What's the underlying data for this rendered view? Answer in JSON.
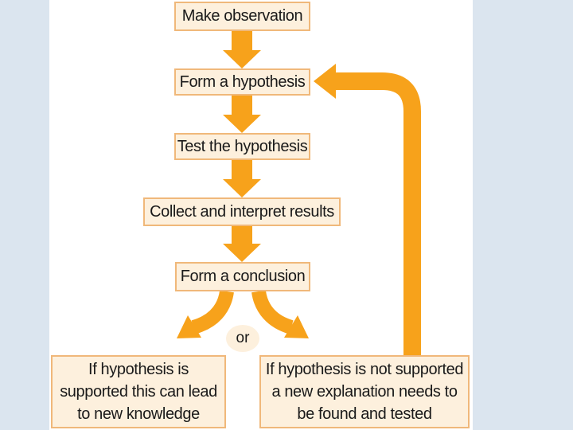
{
  "flowchart": {
    "steps": [
      "Make observation",
      "Form a hypothesis",
      "Test the hypothesis",
      "Collect and interpret results",
      "Form a conclusion"
    ],
    "branch_label": "or",
    "outcomes": {
      "supported": "If hypothesis is supported this can lead to new knowledge",
      "not_supported": "If hypothesis is not supported a new explanation needs to be found and tested"
    }
  },
  "colors": {
    "arrow": "#f7a21b",
    "box_fill": "#fdf0dd",
    "box_border": "#f0b87a",
    "background": "#dbe5ef"
  }
}
